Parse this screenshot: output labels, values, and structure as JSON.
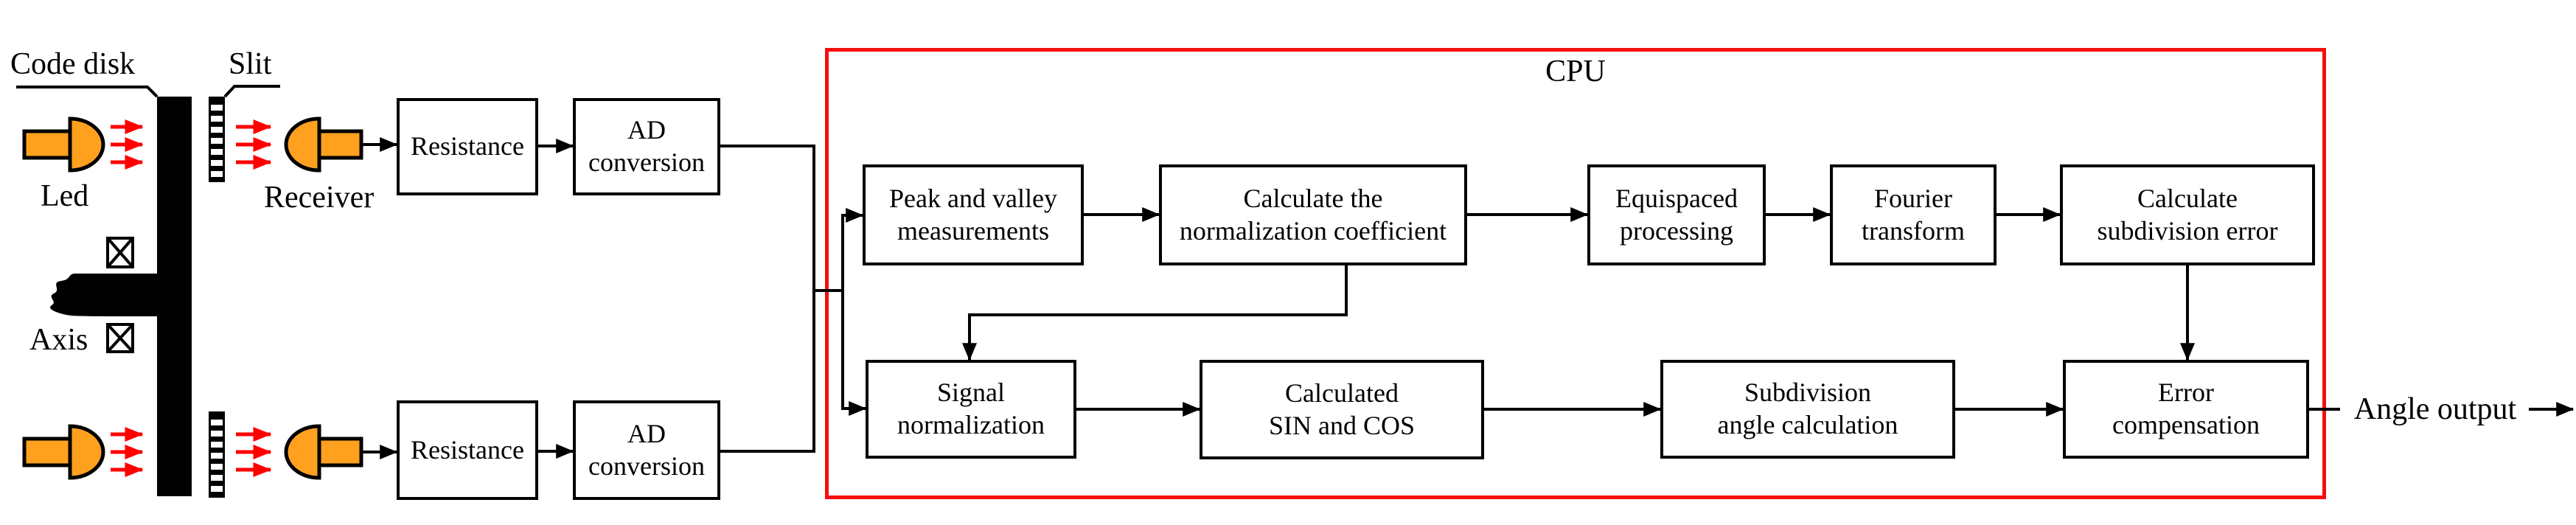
{
  "labels": {
    "code_disk": "Code disk",
    "slit": "Slit",
    "led": "Led",
    "receiver": "Receiver",
    "axis": "Axis",
    "angle_output": "Angle output"
  },
  "front_end": {
    "resistance": [
      "Resistance"
    ],
    "ad_conversion": [
      "AD",
      "conversion"
    ]
  },
  "cpu": {
    "title": "CPU",
    "top_row": [
      [
        "Peak and valley",
        "measurements"
      ],
      [
        "Calculate the",
        "normalization coefficient"
      ],
      [
        "Equispaced",
        "processing"
      ],
      [
        "Fourier",
        "transform"
      ],
      [
        "Calculate",
        "subdivision error"
      ]
    ],
    "bottom_row": [
      [
        "Signal",
        "normalization"
      ],
      [
        "Calculated",
        "SIN and COS"
      ],
      [
        "Subdivision",
        "angle calculation"
      ],
      [
        "Error",
        "compensation"
      ]
    ]
  },
  "colors": {
    "cpu_border_red": "#f50f0f",
    "light_ray_red": "#ff0000",
    "component_orange": "#ffa01e",
    "line_black": "#000000"
  }
}
